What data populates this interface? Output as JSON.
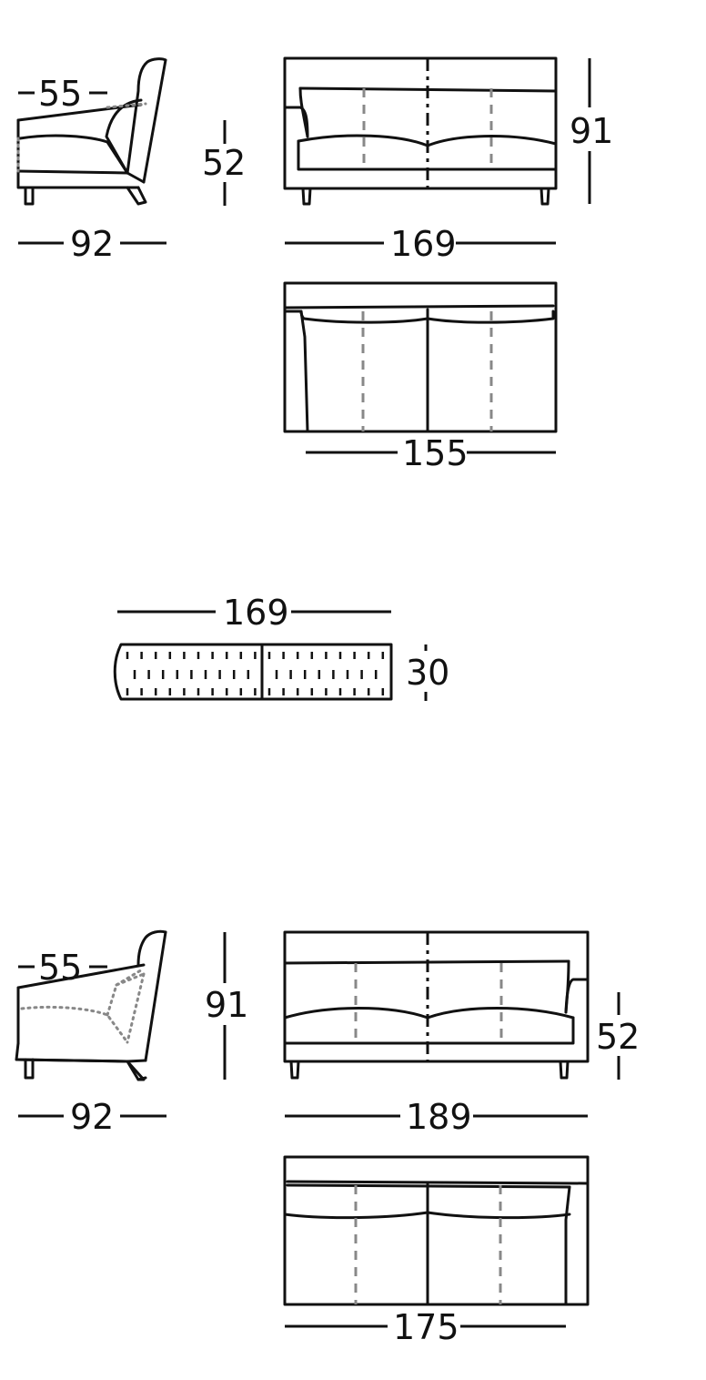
{
  "dimensions": {
    "sofa_small": {
      "side_seat_depth": "55",
      "side_depth": "92",
      "seat_height": "52",
      "front_width": "169",
      "height": "91",
      "inner_width": "155"
    },
    "mattress": {
      "width": "169",
      "thickness": "30"
    },
    "sofa_large": {
      "side_seat_depth": "55",
      "side_depth": "92",
      "height": "91",
      "front_width": "189",
      "seat_height": "52",
      "inner_width": "175"
    }
  },
  "colors": {
    "line": "#111111",
    "dashed": "#888888",
    "background": "#ffffff"
  }
}
